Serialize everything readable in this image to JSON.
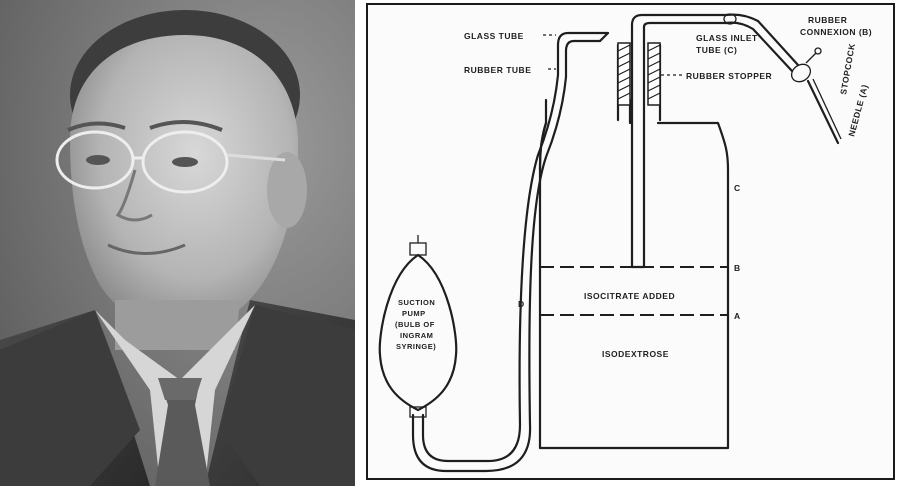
{
  "photo": {
    "subject": "portrait-photograph"
  },
  "diagram": {
    "labels": {
      "glass_tube": "GLASS TUBE",
      "rubber_tube": "RUBBER TUBE",
      "glass_inlet_tube_1": "GLASS INLET",
      "glass_inlet_tube_2": "TUBE (C)",
      "rubber_stopper": "RUBBER STOPPER",
      "rubber_connexion_1": "RUBBER",
      "rubber_connexion_2": "CONNEXION (B)",
      "stopcock": "STOPCOCK",
      "needle": "NEEDLE (A)",
      "suction_pump_1": "SUCTION",
      "suction_pump_2": "PUMP",
      "suction_pump_3": "(BULB OF",
      "suction_pump_4": "INGRAM",
      "suction_pump_5": "SYRINGE)",
      "level_c": "C",
      "level_b": "B",
      "level_a": "A",
      "level_d": "D",
      "isocitrate_added": "ISOCITRATE ADDED",
      "isodextrose": "ISODEXTROSE"
    }
  }
}
